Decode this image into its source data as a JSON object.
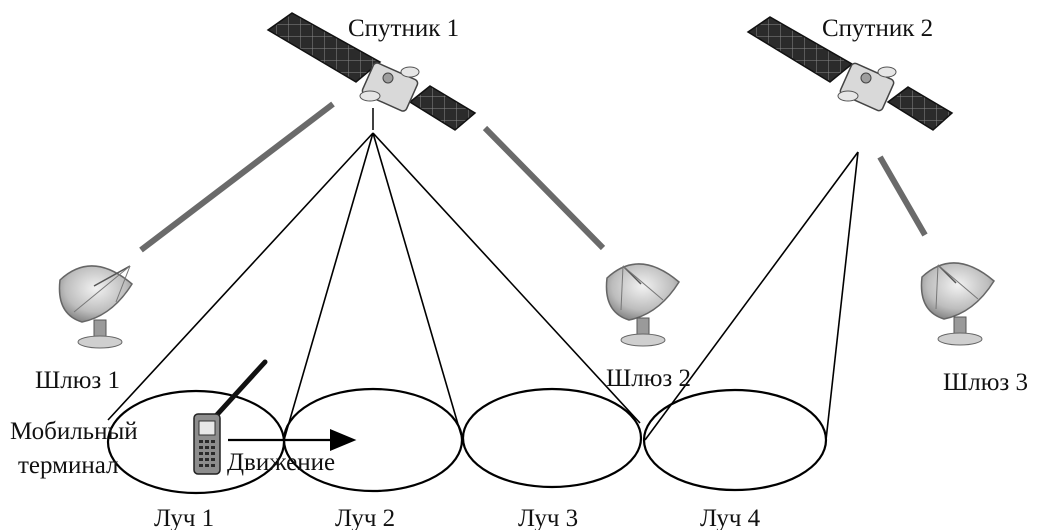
{
  "satellites": [
    {
      "label": "Спутник 1"
    },
    {
      "label": "Спутник 2"
    }
  ],
  "gateways": [
    {
      "label": "Шлюз 1"
    },
    {
      "label": "Шлюз 2"
    },
    {
      "label": "Шлюз 3"
    }
  ],
  "terminal": {
    "label_line1": "Мобильный",
    "label_line2": "терминал"
  },
  "movement": {
    "label": "Движение"
  },
  "beams": [
    {
      "label": "Луч 1"
    },
    {
      "label": "Луч 2"
    },
    {
      "label": "Луч 3"
    },
    {
      "label": "Луч 4"
    }
  ],
  "colors": {
    "line": "#000000",
    "feeder_link": "#6a6a6a",
    "solar_panel": "#2a2a2a"
  }
}
